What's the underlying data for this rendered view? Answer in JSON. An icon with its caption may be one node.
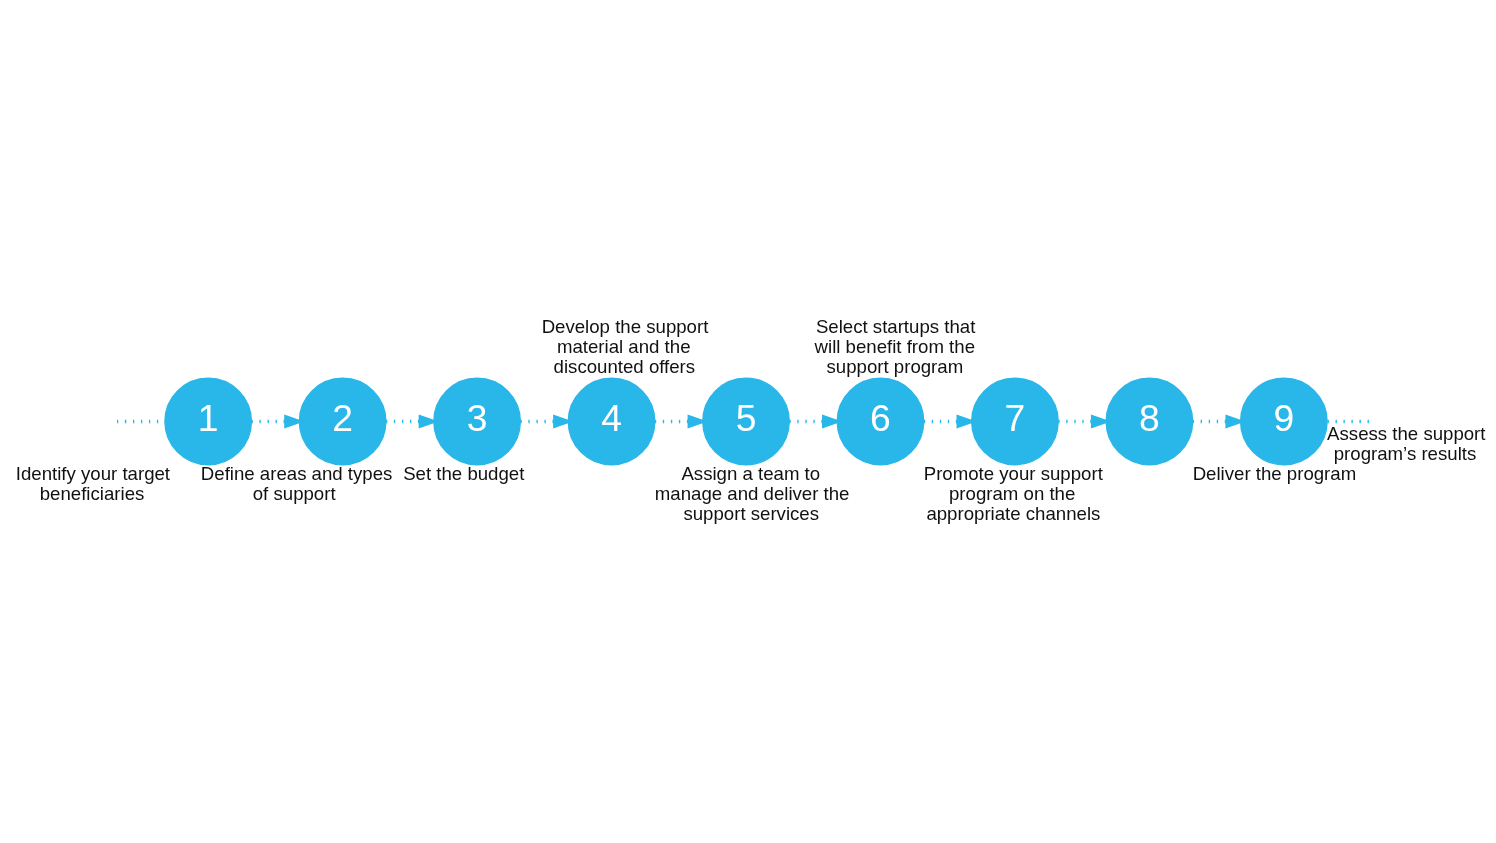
{
  "diagram": {
    "nodes": [
      {
        "text": [
          "1"
        ],
        "beside": [
          "Identify your target beneficiaries"
        ]
      },
      {
        "text": [
          "2"
        ],
        "beside": [
          "Define areas and types of support"
        ]
      },
      {
        "text": [
          "3"
        ],
        "beside": [
          "Set the budget"
        ]
      },
      {
        "text": [
          "4"
        ],
        "beside": [
          "Assign a team to manage and deliver the support services"
        ]
      },
      {
        "text": [
          "5"
        ],
        "beside": [
          "Develop the support material and the discounted offers"
        ]
      },
      {
        "text": [
          "6"
        ],
        "beside": [
          "Promote your support program on the appropriate channels"
        ]
      },
      {
        "text": [
          "7"
        ],
        "beside": [
          "Select startups that will benefit from the support program"
        ]
      },
      {
        "text": [
          "8"
        ],
        "beside": [
          "Deliver the program"
        ]
      },
      {
        "text": [
          "9"
        ],
        "beside": [
          "Assess the support program’s results"
        ]
      }
    ],
    "edges": [
      {
        "from": null,
        "to": 0,
        "arrow": "none"
      },
      {
        "from": 0,
        "to": 1,
        "arrow": "to"
      },
      {
        "from": 1,
        "to": 2,
        "arrow": "to"
      },
      {
        "from": 2,
        "to": 3,
        "arrow": "to"
      },
      {
        "from": 3,
        "to": 4,
        "arrow": "to"
      },
      {
        "from": 4,
        "to": 5,
        "arrow": "to"
      },
      {
        "from": 5,
        "to": 6,
        "arrow": "to"
      },
      {
        "from": 6,
        "to": 7,
        "arrow": "to"
      },
      {
        "from": 7,
        "to": 8,
        "arrow": "to"
      },
      {
        "from": 8,
        "to": null,
        "arrow": "none"
      }
    ]
  }
}
